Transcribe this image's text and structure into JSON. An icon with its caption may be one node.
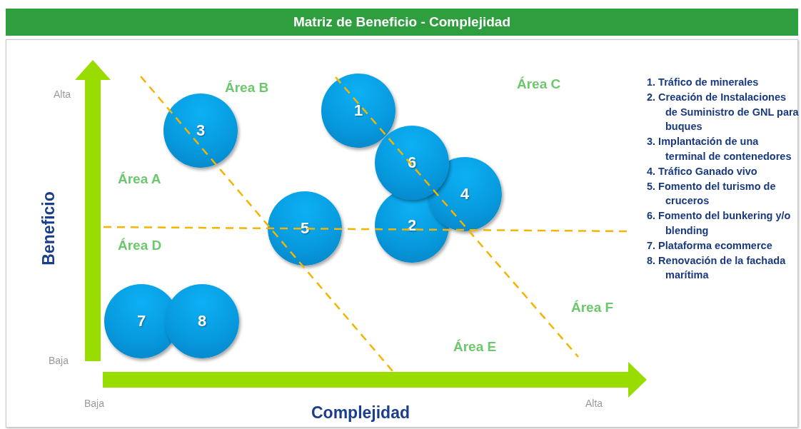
{
  "diagram": {
    "title": "Matriz de Beneficio - Complejidad",
    "nodes": [
      {
        "text": [
          "1"
        ]
      },
      {
        "text": [
          "2"
        ]
      },
      {
        "text": [
          "3"
        ]
      },
      {
        "text": [
          "4"
        ]
      },
      {
        "text": [
          "5"
        ]
      },
      {
        "text": [
          "6"
        ]
      },
      {
        "text": [
          "7"
        ]
      },
      {
        "text": [
          "8"
        ]
      }
    ],
    "labels": [
      "Alta",
      "Área B",
      "Área C",
      "1. Tráfico de minerales",
      "2. Creación de Instalaciones de Suministro de GNL para buques",
      "3. Implantación de una terminal de contenedores",
      "4. Tráfico Ganado vivo",
      "5. Fomento del turismo de cruceros",
      "6. Fomento del bunkering y/o blending",
      "7. Plataforma ecommerce",
      "8. Renovación de la fachada marítima",
      "Área A",
      "Beneficio",
      "Área D",
      "Área F",
      "Área E",
      "Baja",
      "Baja",
      "Complejidad",
      "Alta"
    ]
  }
}
